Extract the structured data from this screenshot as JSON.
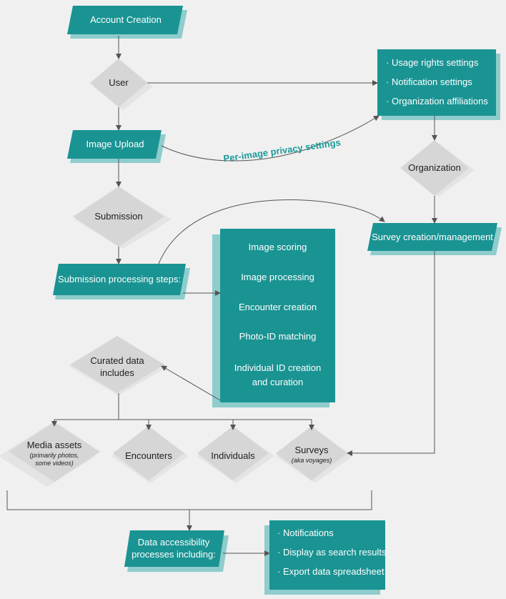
{
  "nodes": {
    "account_creation": "Account Creation",
    "user": "User",
    "image_upload": "Image Upload",
    "submission": "Submission",
    "submission_processing": "Submission processing steps:",
    "organization": "Organization",
    "survey_management": "Survey creation/management",
    "curated_line1": "Curated data",
    "curated_line2": "includes",
    "media_assets": "Media assets",
    "media_assets_sub1": "(primarily photos,",
    "media_assets_sub2": "some videos)",
    "encounters": "Encounters",
    "individuals": "Individuals",
    "surveys": "Surveys",
    "surveys_sub": "(aka voyages)",
    "data_access_line1": "Data accessibility",
    "data_access_line2": "processes including:"
  },
  "edge_labels": {
    "privacy": "Per-image privacy settings"
  },
  "settings_list": [
    "Usage rights settings",
    "Notification settings",
    "Organization affiliations"
  ],
  "processing_steps": [
    "Image scoring",
    "Image processing",
    "Encounter creation",
    "Photo-ID matching",
    "Individual ID creation",
    "and curation"
  ],
  "outputs_list": [
    "Notifications",
    "Display as search results",
    "Export data spreadsheet"
  ],
  "colors": {
    "teal": "#1a9393",
    "teal_shadow": "#8fcccc",
    "diamond": "#d6d6d6",
    "diamond_shadow": "#e4e4e4",
    "line": "#555555",
    "background": "#f0f0f0"
  }
}
